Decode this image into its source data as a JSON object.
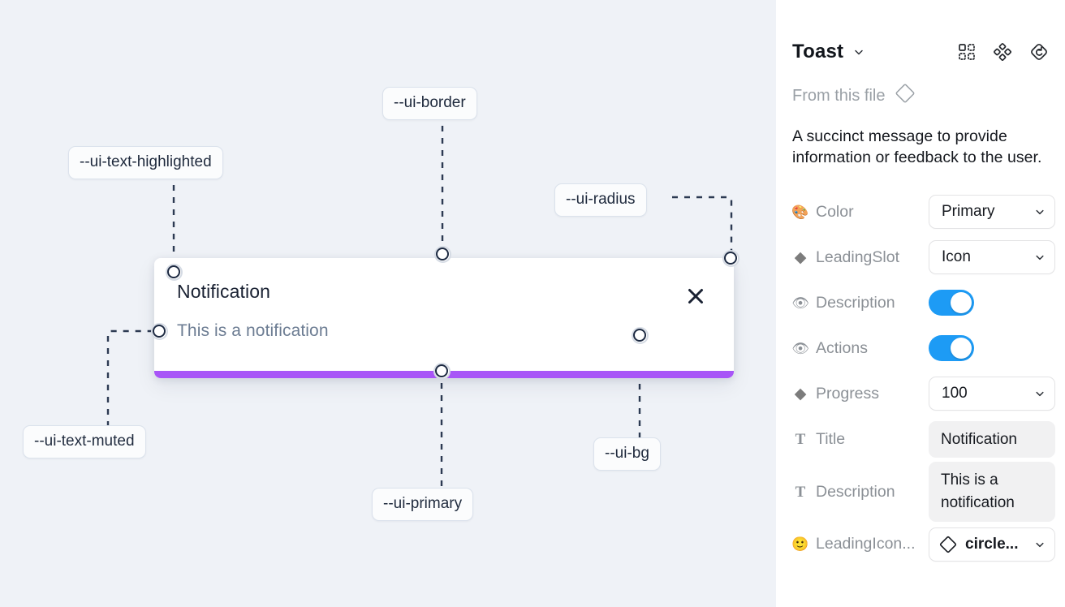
{
  "canvas": {
    "background_color": "#eff2f7",
    "toast": {
      "title": "Notification",
      "description": "This is a notification",
      "close_icon": "close-x-icon",
      "progress_color": "#a855f7",
      "progress_percent": 100,
      "background_color": "#ffffff"
    },
    "tokens": [
      {
        "id": "text-highlighted",
        "label": "--ui-text-highlighted"
      },
      {
        "id": "border",
        "label": "--ui-border"
      },
      {
        "id": "radius",
        "label": "--ui-radius"
      },
      {
        "id": "text-muted",
        "label": "--ui-text-muted"
      },
      {
        "id": "primary",
        "label": "--ui-primary"
      },
      {
        "id": "bg",
        "label": "--ui-bg"
      }
    ]
  },
  "panel": {
    "title": "Toast",
    "title_caret_icon": "chevron-down-icon",
    "header_icons": [
      {
        "name": "component-grid-icon"
      },
      {
        "name": "variants-diamond-cluster-icon"
      },
      {
        "name": "reset-instance-icon"
      }
    ],
    "from_this_file": {
      "label": "From this file",
      "icon": "diamond-outline-icon"
    },
    "description": "A succinct message to provide information or feedback to the user.",
    "properties": [
      {
        "name": "Color",
        "icon": "palette-emoji-icon",
        "icon_glyph": "🎨",
        "control": "select",
        "value": "Primary",
        "caret_icon": "chevron-down-icon"
      },
      {
        "name": "LeadingSlot",
        "icon": "filled-diamond-icon",
        "icon_glyph": "◆",
        "control": "select",
        "value": "Icon",
        "caret_icon": "chevron-down-icon"
      },
      {
        "name": "Description",
        "icon": "eye-emoji-icon",
        "icon_glyph": "👁",
        "control": "switch",
        "value": "on",
        "accent_color": "#1d9bf5"
      },
      {
        "name": "Actions",
        "icon": "eye-emoji-icon",
        "icon_glyph": "👁",
        "control": "switch",
        "value": "on",
        "accent_color": "#1d9bf5"
      },
      {
        "name": "Progress",
        "icon": "filled-diamond-icon",
        "icon_glyph": "◆",
        "control": "select",
        "value": "100",
        "caret_icon": "chevron-down-icon"
      },
      {
        "name": "Title",
        "icon": "text-type-icon",
        "icon_glyph": "T",
        "control": "text",
        "value": "Notification"
      },
      {
        "name": "Description",
        "icon": "text-type-icon",
        "icon_glyph": "T",
        "control": "text",
        "value": "This is a notification"
      },
      {
        "name": "LeadingIcon...",
        "icon": "smiley-emoji-icon",
        "icon_glyph": "🙂",
        "control": "icon-select",
        "value": "circle...",
        "value_icon": "diamond-outline-icon",
        "caret_icon": "chevron-down-icon"
      }
    ]
  }
}
